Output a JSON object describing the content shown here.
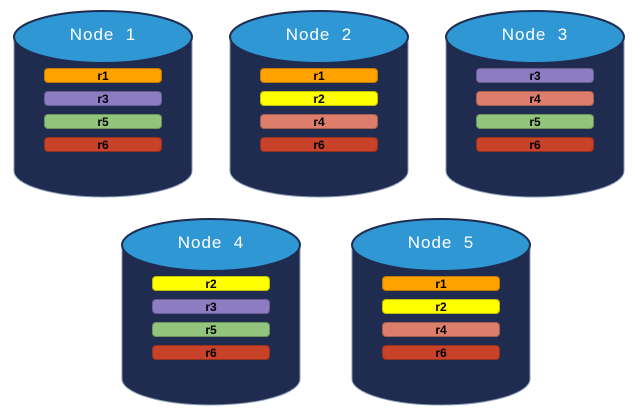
{
  "palette": {
    "cylinder_body": "#1F2B4F",
    "cylinder_body_edge": "#8A9BB5",
    "cylinder_top": "#2E97D4",
    "cylinder_top_edge": "#1F2B4F",
    "node_title_color": "#FFFFFF",
    "bar_text_color": "#000000",
    "replica_colors": {
      "r1": "#FFA200",
      "r2": "#FFFF00",
      "r3": "#8E7CC3",
      "r4": "#DC7E6B",
      "r5": "#93C47D",
      "r6": "#C74228"
    }
  },
  "nodes": [
    {
      "title": "Node  1",
      "rows": [
        {
          "label": "r1",
          "color": "#FFA200"
        },
        {
          "label": "r3",
          "color": "#8E7CC3"
        },
        {
          "label": "r5",
          "color": "#93C47D"
        },
        {
          "label": "r6",
          "color": "#C74228"
        }
      ]
    },
    {
      "title": "Node  2",
      "rows": [
        {
          "label": "r1",
          "color": "#FFA200"
        },
        {
          "label": "r2",
          "color": "#FFFF00"
        },
        {
          "label": "r4",
          "color": "#DC7E6B"
        },
        {
          "label": "r6",
          "color": "#C74228"
        }
      ]
    },
    {
      "title": "Node  3",
      "rows": [
        {
          "label": "r3",
          "color": "#8E7CC3"
        },
        {
          "label": "r4",
          "color": "#DC7E6B"
        },
        {
          "label": "r5",
          "color": "#93C47D"
        },
        {
          "label": "r6",
          "color": "#C74228"
        }
      ]
    },
    {
      "title": "Node  4",
      "rows": [
        {
          "label": "r2",
          "color": "#FFFF00"
        },
        {
          "label": "r3",
          "color": "#8E7CC3"
        },
        {
          "label": "r5",
          "color": "#93C47D"
        },
        {
          "label": "r6",
          "color": "#C74228"
        }
      ]
    },
    {
      "title": "Node  5",
      "rows": [
        {
          "label": "r1",
          "color": "#FFA200"
        },
        {
          "label": "r2",
          "color": "#FFFF00"
        },
        {
          "label": "r4",
          "color": "#DC7E6B"
        },
        {
          "label": "r6",
          "color": "#C74228"
        }
      ]
    }
  ]
}
